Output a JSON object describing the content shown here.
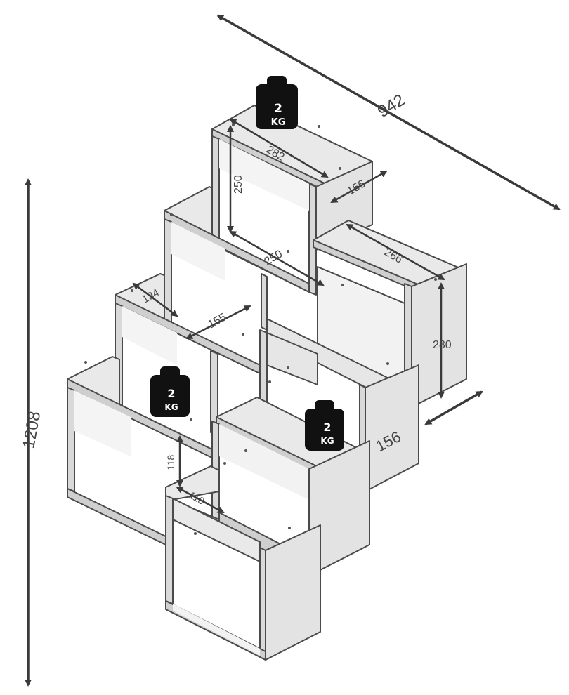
{
  "colors": {
    "panel_face": "#e9e9e9",
    "panel_edge": "#4a4a4a",
    "panel_inner": "#f4f4f4",
    "arrow": "#3a3a3a",
    "weight_fill": "#111111"
  },
  "dimensions": {
    "total_width": "942",
    "total_height": "1208",
    "top_box_width": "282",
    "top_box_height": "250",
    "top_box_depth": "156",
    "mid_span": "250",
    "right_box_width": "266",
    "right_box_height": "280",
    "left_depth": "134",
    "mid_box_width": "155",
    "bottom_depth": "156",
    "small_gap_vertical": "118",
    "small_gap_horizontal": "118"
  },
  "weights": [
    {
      "value": "2",
      "unit": "KG"
    },
    {
      "value": "2",
      "unit": "KG"
    },
    {
      "value": "2",
      "unit": "KG"
    }
  ]
}
